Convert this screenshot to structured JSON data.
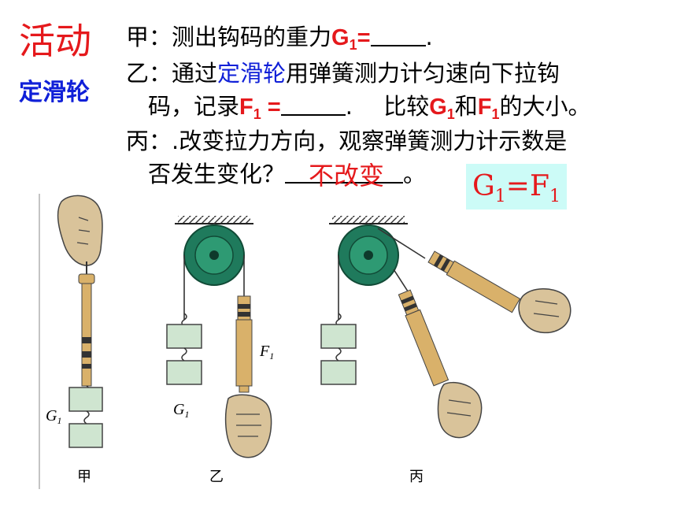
{
  "heading": {
    "title": "活动",
    "subtitle": "定滑轮"
  },
  "text": {
    "jia_label": "甲：",
    "jia_text": "测出钩码的重力",
    "jia_var": "G",
    "jia_var_sub": "1",
    "jia_eq": "=",
    "jia_end": ".",
    "yi_label": "乙：",
    "yi_text1": "通过",
    "yi_highlight": "定滑轮",
    "yi_text2": "用弹簧测力计匀速向下拉钩",
    "yi_line2_a": "码，记录",
    "yi_var": "F",
    "yi_var_sub": "1",
    "yi_eq": " =",
    "yi_end": ".",
    "yi_compare_a": "比较",
    "yi_compare_g": "G",
    "yi_compare_g_sub": "1",
    "yi_compare_and": "和",
    "yi_compare_f": "F",
    "yi_compare_f_sub": "1",
    "yi_compare_b": "的大小。",
    "bing_label": "丙：",
    "bing_text1": ".改变拉力方向，观察弹簧测力计示数是",
    "bing_text2": "否发生变化？",
    "bing_end": "。"
  },
  "answer": "不改变",
  "result": {
    "g": "G",
    "g_sub": "1",
    "eq": "=",
    "f": "F",
    "f_sub": "1"
  },
  "figures": {
    "a_label": "甲",
    "b_label": "乙",
    "c_label": "丙",
    "g_var": "G",
    "g_sub": "1",
    "f_var": "F",
    "f_sub": "1"
  },
  "colors": {
    "emphasis_red": "#e5191c",
    "emphasis_blue": "#1020d8",
    "result_bg": "#ccfbf7",
    "pulley_green": "#1f7a5c",
    "spring_scale": "#d9b16a",
    "weight_green": "#cfe5d0"
  }
}
